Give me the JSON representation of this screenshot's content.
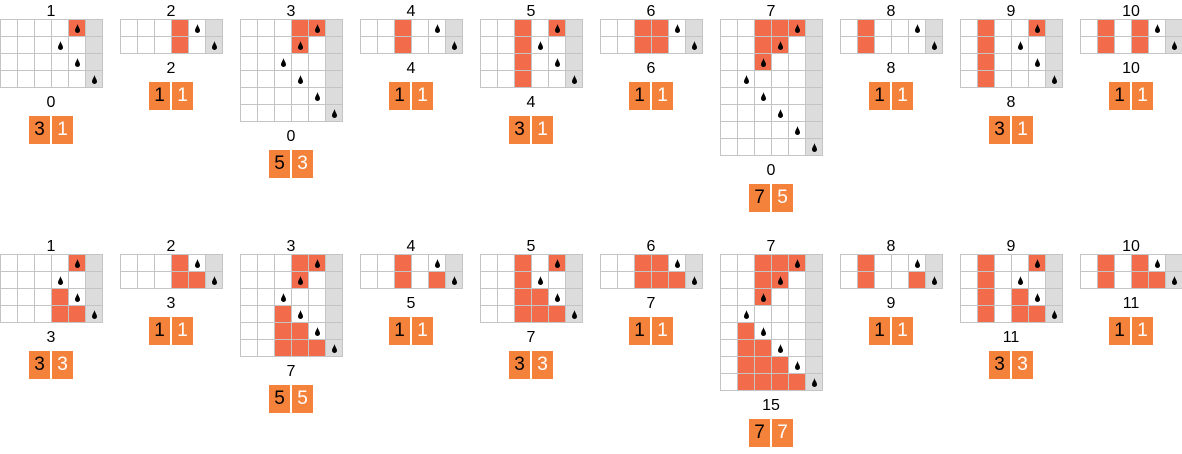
{
  "colors": {
    "cell": "#f26b4a",
    "badge": "#f5823b",
    "wall": "#dcdcdc"
  },
  "icon": "water-drop-icon",
  "rows": [
    {
      "panels": [
        {
          "title": "1",
          "rows": 4,
          "red": [
            [
              0,
              4
            ]
          ],
          "drops": [
            4,
            3,
            4,
            5
          ],
          "result": "0",
          "badge": [
            "3",
            "1"
          ]
        },
        {
          "title": "2",
          "rows": 2,
          "red": [
            [
              0,
              3
            ],
            [
              1,
              3
            ]
          ],
          "drops": [
            4,
            5
          ],
          "result": "2",
          "badge": [
            "1",
            "1"
          ]
        },
        {
          "title": "3",
          "rows": 6,
          "red": [
            [
              0,
              3
            ],
            [
              0,
              4
            ],
            [
              1,
              3
            ]
          ],
          "drops": [
            4,
            3,
            2,
            3,
            4,
            5
          ],
          "result": "0",
          "badge": [
            "5",
            "3"
          ]
        },
        {
          "title": "4",
          "rows": 2,
          "red": [
            [
              0,
              2
            ],
            [
              1,
              2
            ]
          ],
          "drops": [
            4,
            5
          ],
          "result": "4",
          "badge": [
            "1",
            "1"
          ]
        },
        {
          "title": "5",
          "rows": 4,
          "red": [
            [
              0,
              2
            ],
            [
              1,
              2
            ],
            [
              2,
              2
            ],
            [
              3,
              2
            ],
            [
              0,
              4
            ]
          ],
          "drops": [
            4,
            3,
            4,
            5
          ],
          "result": "4",
          "badge": [
            "3",
            "1"
          ]
        },
        {
          "title": "6",
          "rows": 2,
          "red": [
            [
              0,
              2
            ],
            [
              0,
              3
            ],
            [
              1,
              2
            ],
            [
              1,
              3
            ]
          ],
          "drops": [
            4,
            5
          ],
          "result": "6",
          "badge": [
            "1",
            "1"
          ]
        },
        {
          "title": "7",
          "rows": 8,
          "red": [
            [
              0,
              2
            ],
            [
              0,
              3
            ],
            [
              0,
              4
            ],
            [
              1,
              2
            ],
            [
              1,
              3
            ],
            [
              2,
              2
            ]
          ],
          "drops": [
            4,
            3,
            2,
            1,
            2,
            3,
            4,
            5
          ],
          "result": "0",
          "badge": [
            "7",
            "5"
          ]
        },
        {
          "title": "8",
          "rows": 2,
          "red": [
            [
              0,
              1
            ],
            [
              1,
              1
            ]
          ],
          "drops": [
            4,
            5
          ],
          "result": "8",
          "badge": [
            "1",
            "1"
          ]
        },
        {
          "title": "9",
          "rows": 4,
          "red": [
            [
              0,
              1
            ],
            [
              1,
              1
            ],
            [
              2,
              1
            ],
            [
              3,
              1
            ],
            [
              0,
              4
            ]
          ],
          "drops": [
            4,
            3,
            4,
            5
          ],
          "result": "8",
          "badge": [
            "3",
            "1"
          ]
        },
        {
          "title": "10",
          "rows": 2,
          "red": [
            [
              0,
              1
            ],
            [
              1,
              1
            ],
            [
              0,
              3
            ],
            [
              1,
              3
            ]
          ],
          "drops": [
            4,
            5
          ],
          "result": "10",
          "badge": [
            "1",
            "1"
          ]
        }
      ]
    },
    {
      "panels": [
        {
          "title": "1",
          "rows": 4,
          "red": [
            [
              0,
              4
            ],
            [
              2,
              3
            ],
            [
              3,
              3
            ],
            [
              3,
              4
            ]
          ],
          "drops": [
            4,
            3,
            4,
            5
          ],
          "result": "3",
          "badge": [
            "3",
            "3"
          ]
        },
        {
          "title": "2",
          "rows": 2,
          "red": [
            [
              0,
              3
            ],
            [
              1,
              3
            ],
            [
              1,
              4
            ]
          ],
          "drops": [
            4,
            5
          ],
          "result": "3",
          "badge": [
            "1",
            "1"
          ]
        },
        {
          "title": "3",
          "rows": 6,
          "red": [
            [
              0,
              3
            ],
            [
              0,
              4
            ],
            [
              1,
              3
            ],
            [
              3,
              2
            ],
            [
              4,
              2
            ],
            [
              4,
              3
            ],
            [
              5,
              2
            ],
            [
              5,
              3
            ],
            [
              5,
              4
            ]
          ],
          "drops": [
            4,
            3,
            2,
            3,
            4,
            5
          ],
          "result": "7",
          "badge": [
            "5",
            "5"
          ]
        },
        {
          "title": "4",
          "rows": 2,
          "red": [
            [
              0,
              2
            ],
            [
              1,
              2
            ],
            [
              1,
              4
            ]
          ],
          "drops": [
            4,
            5
          ],
          "result": "5",
          "badge": [
            "1",
            "1"
          ]
        },
        {
          "title": "5",
          "rows": 4,
          "red": [
            [
              0,
              2
            ],
            [
              1,
              2
            ],
            [
              2,
              2
            ],
            [
              3,
              2
            ],
            [
              0,
              4
            ],
            [
              2,
              3
            ],
            [
              3,
              3
            ],
            [
              3,
              4
            ]
          ],
          "drops": [
            4,
            3,
            4,
            5
          ],
          "result": "7",
          "badge": [
            "3",
            "3"
          ]
        },
        {
          "title": "6",
          "rows": 2,
          "red": [
            [
              0,
              2
            ],
            [
              0,
              3
            ],
            [
              1,
              2
            ],
            [
              1,
              3
            ],
            [
              1,
              4
            ]
          ],
          "drops": [
            4,
            5
          ],
          "result": "7",
          "badge": [
            "1",
            "1"
          ]
        },
        {
          "title": "7",
          "rows": 8,
          "red": [
            [
              0,
              2
            ],
            [
              0,
              3
            ],
            [
              0,
              4
            ],
            [
              1,
              2
            ],
            [
              1,
              3
            ],
            [
              2,
              2
            ],
            [
              4,
              1
            ],
            [
              5,
              1
            ],
            [
              5,
              2
            ],
            [
              6,
              1
            ],
            [
              6,
              2
            ],
            [
              6,
              3
            ],
            [
              7,
              1
            ],
            [
              7,
              2
            ],
            [
              7,
              3
            ],
            [
              7,
              4
            ]
          ],
          "drops": [
            4,
            3,
            2,
            1,
            2,
            3,
            4,
            5
          ],
          "result": "15",
          "badge": [
            "7",
            "7"
          ]
        },
        {
          "title": "8",
          "rows": 2,
          "red": [
            [
              0,
              1
            ],
            [
              1,
              1
            ],
            [
              1,
              4
            ]
          ],
          "drops": [
            4,
            5
          ],
          "result": "9",
          "badge": [
            "1",
            "1"
          ]
        },
        {
          "title": "9",
          "rows": 4,
          "red": [
            [
              0,
              1
            ],
            [
              1,
              1
            ],
            [
              2,
              1
            ],
            [
              3,
              1
            ],
            [
              0,
              4
            ],
            [
              2,
              3
            ],
            [
              3,
              3
            ],
            [
              3,
              4
            ]
          ],
          "drops": [
            4,
            3,
            4,
            5
          ],
          "result": "11",
          "badge": [
            "3",
            "3"
          ]
        },
        {
          "title": "10",
          "rows": 2,
          "red": [
            [
              0,
              1
            ],
            [
              1,
              1
            ],
            [
              0,
              3
            ],
            [
              1,
              3
            ],
            [
              1,
              4
            ]
          ],
          "drops": [
            4,
            5
          ],
          "result": "11",
          "badge": [
            "1",
            "1"
          ]
        }
      ]
    }
  ]
}
